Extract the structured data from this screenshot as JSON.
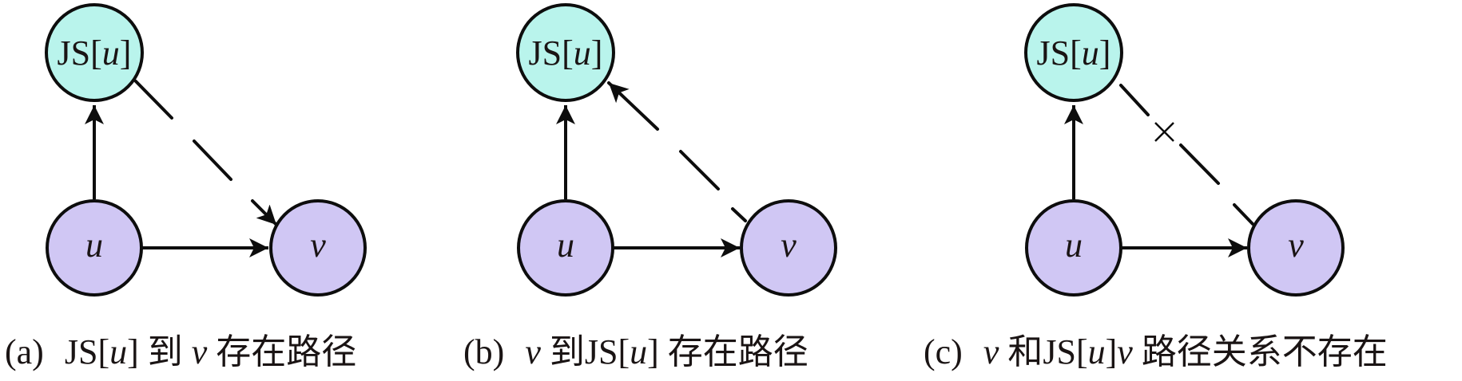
{
  "colors": {
    "js_node_fill": "#b9f4ec",
    "uv_node_fill": "#d0c7f4",
    "stroke": "#0d0d0d"
  },
  "node_labels": {
    "js_prefix": "JS[",
    "js_var": "u",
    "js_suffix": "]",
    "u": "u",
    "v": "v"
  },
  "panels": [
    {
      "id": "a",
      "relation": "path-exists-JS-to-v",
      "caption": {
        "tag": "(a)",
        "parts": [
          "JS[",
          "u",
          "]",
          " 到 ",
          "v",
          " 存在路径"
        ]
      }
    },
    {
      "id": "b",
      "relation": "path-exists-v-to-JS",
      "caption": {
        "tag": "(b)",
        "parts": [
          "v",
          " 到",
          "JS[",
          "u",
          "]",
          " 存在路径"
        ]
      }
    },
    {
      "id": "c",
      "relation": "no-path-relation",
      "cross_mark": "×",
      "caption": {
        "tag": "(c)",
        "parts": [
          "v",
          " 和",
          "JS[",
          "u",
          "]",
          "v",
          " 路径关系不存在"
        ]
      }
    }
  ]
}
